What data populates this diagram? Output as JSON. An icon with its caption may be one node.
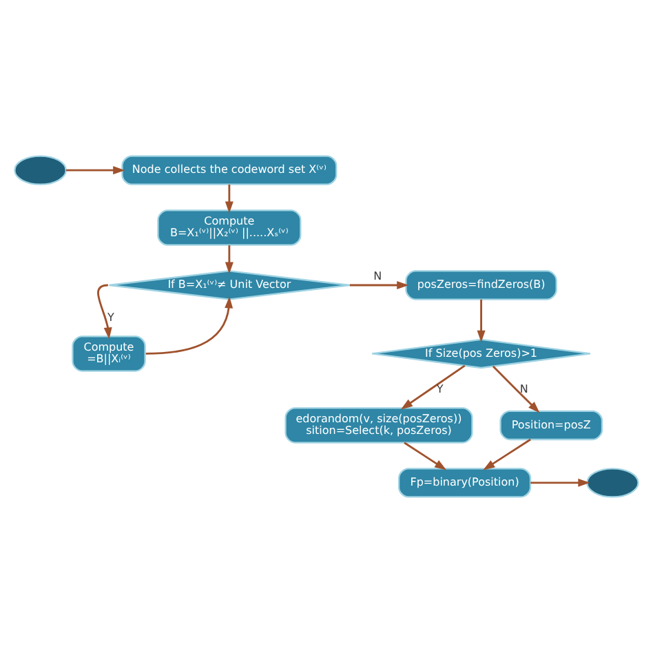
{
  "diagram": {
    "nodes": [
      {
        "text": [],
        "shape": "ellipse"
      },
      {
        "text": [
          "Node collects the codeword set X⁽ᵛ⁾"
        ]
      },
      {
        "text": [
          "Compute",
          "B=X₁⁽ᵛ⁾||X₂⁽ᵛ⁾ ||.....Xₛ⁽ᵛ⁾"
        ]
      },
      {
        "text": [
          "If B=X₁⁽ᵛ⁾≠ Unit Vector"
        ]
      },
      {
        "text": [
          "Compute",
          "=B||Xᵢ⁽ᵛ⁾"
        ]
      },
      {
        "text": [
          "posZeros=findZeros(B)"
        ]
      },
      {
        "text": [
          "If Size(pos Zeros)>1"
        ]
      },
      {
        "text": [
          "edorandom(v, size(posZeros))",
          "sition=Select(k, posZeros)"
        ]
      },
      {
        "text": [
          "Position=posZ"
        ]
      },
      {
        "text": [
          "Fp=binary(Position)"
        ]
      },
      {
        "text": [],
        "shape": "ellipse"
      }
    ],
    "edges": [
      {
        "from": 0,
        "to": 1,
        "arrow": "to"
      },
      {
        "from": 1,
        "to": 2,
        "arrow": "to"
      },
      {
        "from": 2,
        "to": 3,
        "arrow": "to"
      },
      {
        "from": 3,
        "to": 4,
        "arrow": "to",
        "label": "Y"
      },
      {
        "from": 4,
        "to": 3,
        "arrow": "to"
      },
      {
        "from": 3,
        "to": 5,
        "arrow": "to",
        "label": "N"
      },
      {
        "from": 5,
        "to": 6,
        "arrow": "to"
      },
      {
        "from": 6,
        "to": 7,
        "arrow": "to",
        "label": "Y"
      },
      {
        "from": 6,
        "to": 8,
        "arrow": "to",
        "label": "N"
      },
      {
        "from": 7,
        "to": 9,
        "arrow": "to"
      },
      {
        "from": 8,
        "to": 9,
        "arrow": "to"
      },
      {
        "from": 9,
        "to": 10,
        "arrow": "to"
      }
    ]
  }
}
